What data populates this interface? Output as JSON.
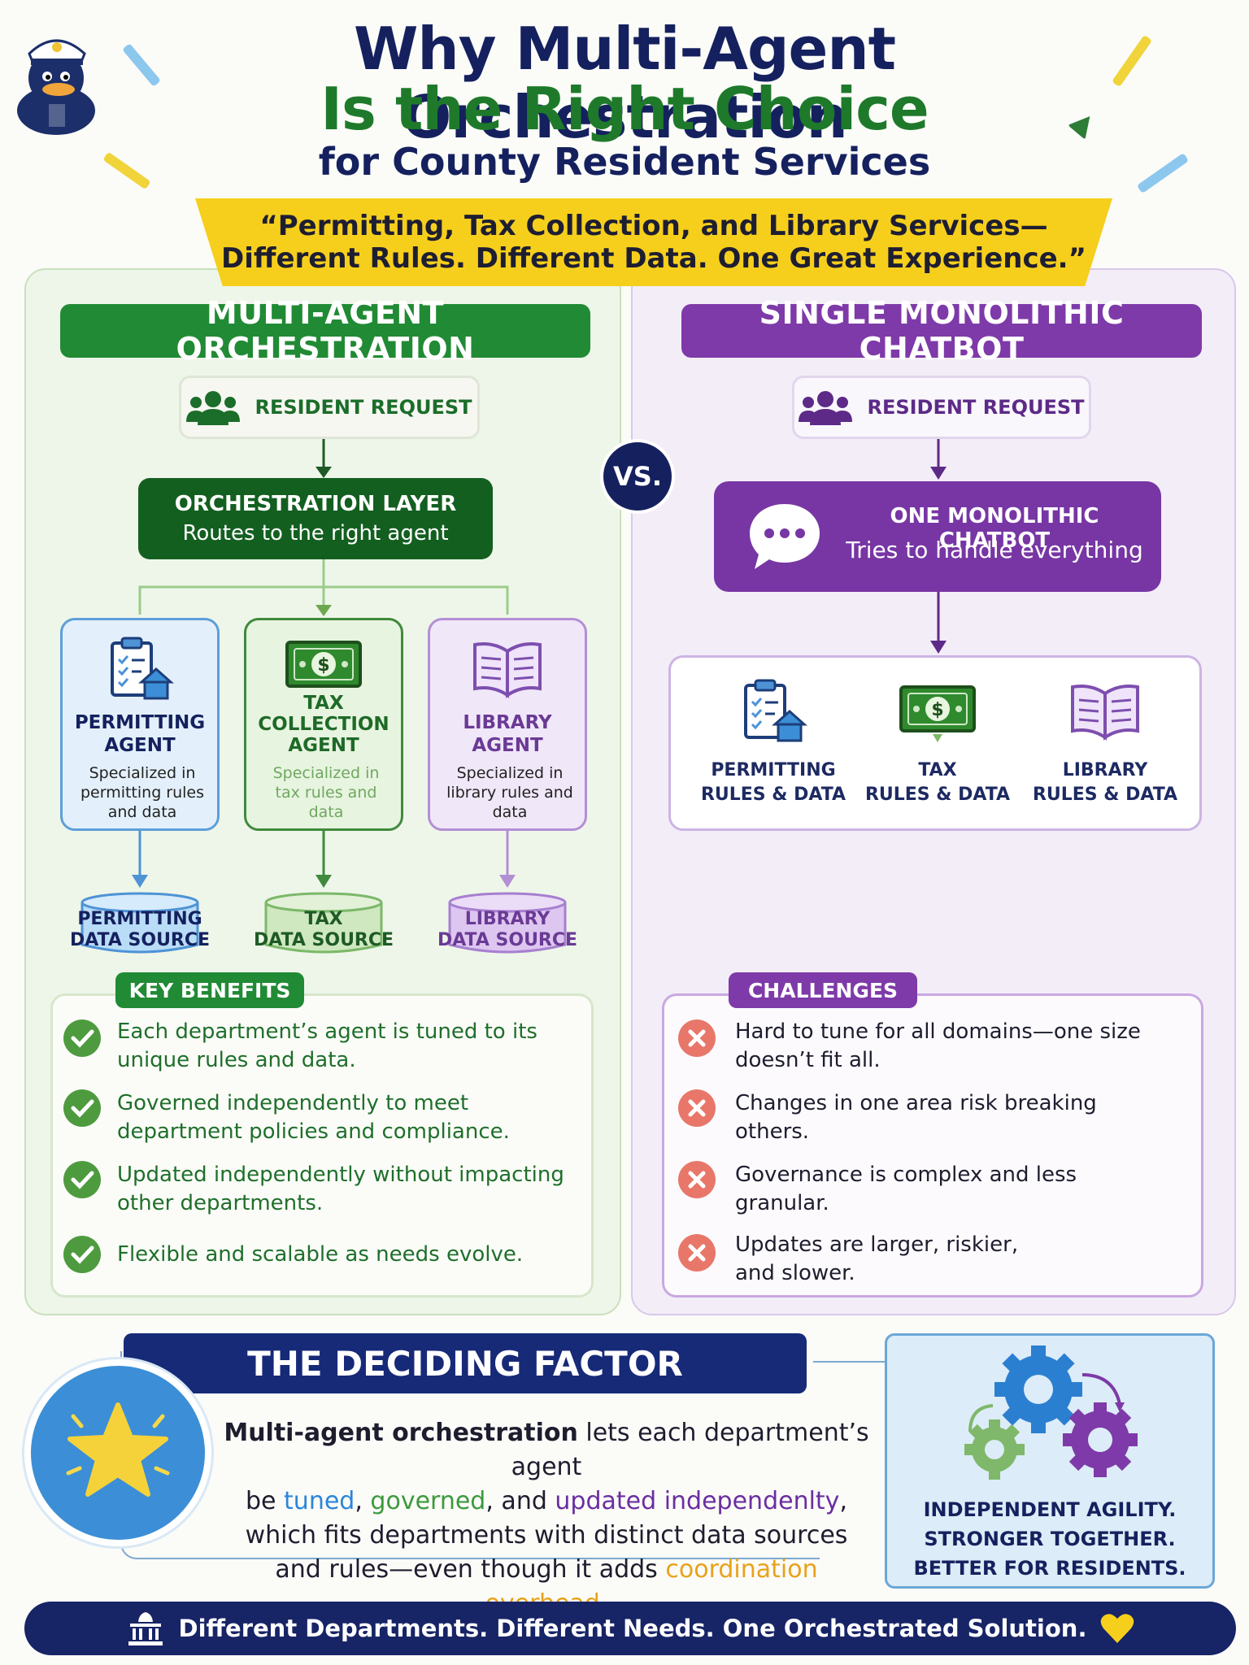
{
  "header": {
    "title_line1": "Why Multi-Agent Orchestration",
    "title_line2": "Is the Right Choice",
    "title_line3": "for County Resident Services",
    "quote_line1": "“Permitting, Tax Collection, and Library Services—",
    "quote_line2": "Different Rules. Different Data. One Great Experience.”"
  },
  "left": {
    "heading": "MULTI-AGENT ORCHESTRATION",
    "request": "RESIDENT REQUEST",
    "orchestration_title": "ORCHESTRATION LAYER",
    "orchestration_subtitle": "Routes to the right agent",
    "agents": [
      {
        "name_l1": "PERMITTING",
        "name_l2": "AGENT",
        "desc_l1": "Specialized in",
        "desc_l2": "permitting rules",
        "desc_l3": "and data"
      },
      {
        "name_l1": "TAX",
        "name_l2": "COLLECTION",
        "name_l3": "AGENT",
        "desc_l1": "Specialized in",
        "desc_l2": "tax rules and",
        "desc_l3": "data"
      },
      {
        "name_l1": "LIBRARY",
        "name_l2": "AGENT",
        "desc_l1": "Specialized in",
        "desc_l2": "library rules and",
        "desc_l3": "data"
      }
    ],
    "data_sources": [
      {
        "l1": "PERMITTING",
        "l2": "DATA SOURCE"
      },
      {
        "l1": "TAX",
        "l2": "DATA SOURCE"
      },
      {
        "l1": "LIBRARY",
        "l2": "DATA SOURCE"
      }
    ],
    "benefits_tag": "KEY BENEFITS",
    "benefits": [
      {
        "l1": "Each department’s agent is tuned to its",
        "l2": "unique rules and data."
      },
      {
        "l1": "Governed independently to meet",
        "l2": "department policies and compliance."
      },
      {
        "l1": "Updated independently without impacting",
        "l2": "other departments."
      },
      {
        "l1": "Flexible and scalable as needs evolve.",
        "l2": ""
      }
    ]
  },
  "vs": "VS.",
  "right": {
    "heading": "SINGLE MONOLITHIC CHATBOT",
    "request": "RESIDENT REQUEST",
    "chatbot_title": "ONE MONOLITHIC CHATBOT",
    "chatbot_subtitle": "Tries to handle everything",
    "rules": [
      {
        "l1": "PERMITTING",
        "l2": "RULES & DATA"
      },
      {
        "l1": "TAX",
        "l2": "RULES & DATA"
      },
      {
        "l1": "LIBRARY",
        "l2": "RULES & DATA"
      }
    ],
    "challenges_tag": "CHALLENGES",
    "challenges": [
      {
        "l1": "Hard to tune for all domains—one size",
        "l2": "doesn’t fit all."
      },
      {
        "l1": "Changes in one area risk breaking",
        "l2": "others."
      },
      {
        "l1": "Governance is complex and less",
        "l2": "granular."
      },
      {
        "l1": "Updates are larger, riskier,",
        "l2": "and slower."
      }
    ]
  },
  "deciding": {
    "heading": "THE DECIDING FACTOR",
    "p1": "Multi-agent orchestration",
    "p2": " lets each department’s agent",
    "p3": "be ",
    "w_tuned": "tuned",
    "p4": ", ",
    "w_governed": "governed",
    "p5": ", and ",
    "w_updated": "updated independenlty",
    "p6": ",",
    "p7": "which fits departments with distinct data sources",
    "p8": "and rules—even though it adds ",
    "w_overhead": "coordination overhead",
    "p9": ".",
    "agility_l1": "INDEPENDENT AGILITY.",
    "agility_l2": "STRONGER TOGETHER.",
    "agility_l3": "BETTER FOR RESIDENTS."
  },
  "footer": "Different Departments. Different Needs. One Orchestrated Solution.",
  "colors": {
    "navy": "#15215e",
    "green": "#218a34",
    "purple": "#7e3aa8",
    "yellow": "#f6cf1c",
    "blue": "#3c8fd6",
    "orange": "#e8a21a"
  }
}
